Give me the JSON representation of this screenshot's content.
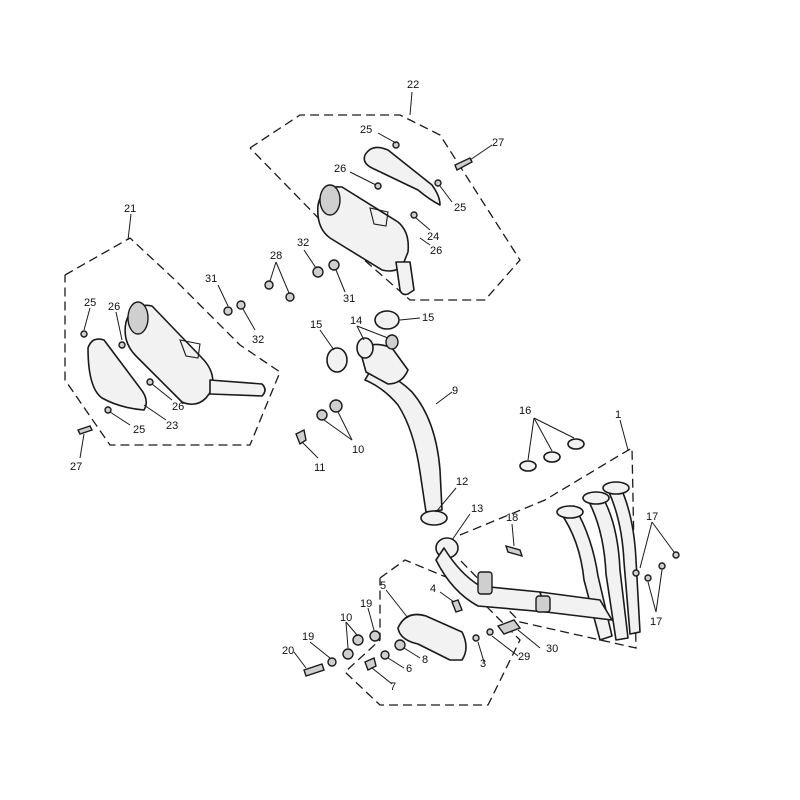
{
  "colors": {
    "line": "#1a1a1a",
    "fill": "#f2f2f2",
    "background": "#ffffff"
  },
  "callouts": {
    "c1": "1",
    "c3": "3",
    "c4": "4",
    "c5": "5",
    "c6": "6",
    "c7": "7",
    "c8": "8",
    "c9": "9",
    "c10a": "10",
    "c10b": "10",
    "c11": "11",
    "c12": "12",
    "c13": "13",
    "c14": "14",
    "c15a": "15",
    "c15b": "15",
    "c16": "16",
    "c17a": "17",
    "c17b": "17",
    "c18": "18",
    "c19a": "19",
    "c19b": "19",
    "c20": "20",
    "c21": "21",
    "c22": "22",
    "c23": "23",
    "c24": "24",
    "c25a": "25",
    "c25b": "25",
    "c25c": "25",
    "c25d": "25",
    "c26a": "26",
    "c26b": "26",
    "c26c": "26",
    "c26d": "26",
    "c27a": "27",
    "c27b": "27",
    "c28": "28",
    "c29": "29",
    "c30": "30",
    "c31a": "31",
    "c31b": "31",
    "c32a": "32",
    "c32b": "32"
  }
}
